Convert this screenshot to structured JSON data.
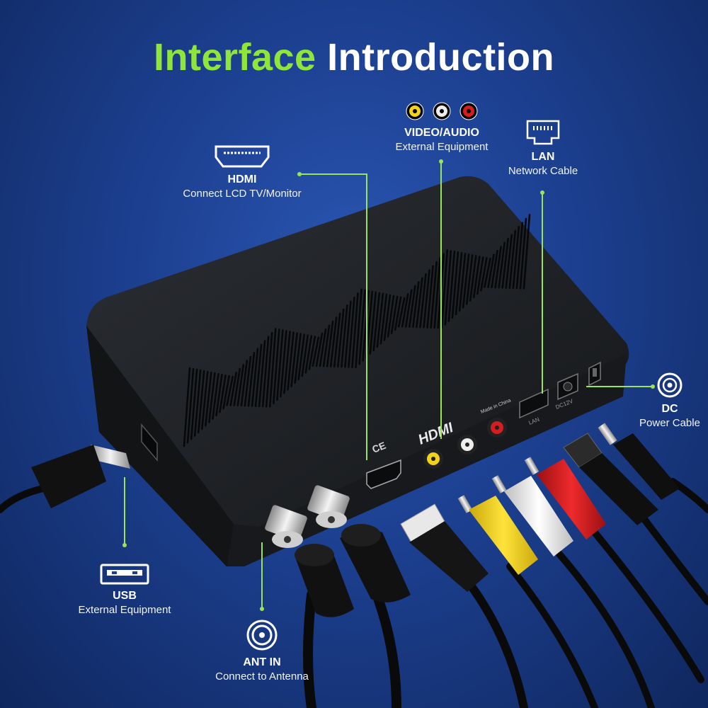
{
  "title": {
    "part1": "Interface",
    "part2": "Introduction"
  },
  "labels": {
    "hdmi": {
      "name": "HDMI",
      "desc": "Connect LCD TV/Monitor",
      "icon": "hdmi-port-icon"
    },
    "video": {
      "name": "VIDEO/AUDIO",
      "desc": "External Equipment",
      "icon": "rca-jacks-icon"
    },
    "lan": {
      "name": "LAN",
      "desc": "Network Cable",
      "icon": "ethernet-port-icon"
    },
    "dc": {
      "name": "DC",
      "desc": "Power Cable",
      "icon": "dc-jack-icon"
    },
    "usb": {
      "name": "USB",
      "desc": "External Equipment",
      "icon": "usb-port-icon"
    },
    "ant": {
      "name": "ANT IN",
      "desc": "Connect to Antenna",
      "icon": "coax-port-icon"
    }
  },
  "device": {
    "hdmi_logo": "HDMI",
    "made_in": "Made in China",
    "ce_mark": "CE",
    "lan_port": "LAN",
    "dc_port": "DC12V"
  },
  "colors": {
    "accent_green": "#8ee63b",
    "leader_line": "#9be35a",
    "rca_yellow": "#f2d21b",
    "rca_white": "#eeeeee",
    "rca_red": "#d61d20",
    "device_body": "#1b1d21"
  }
}
